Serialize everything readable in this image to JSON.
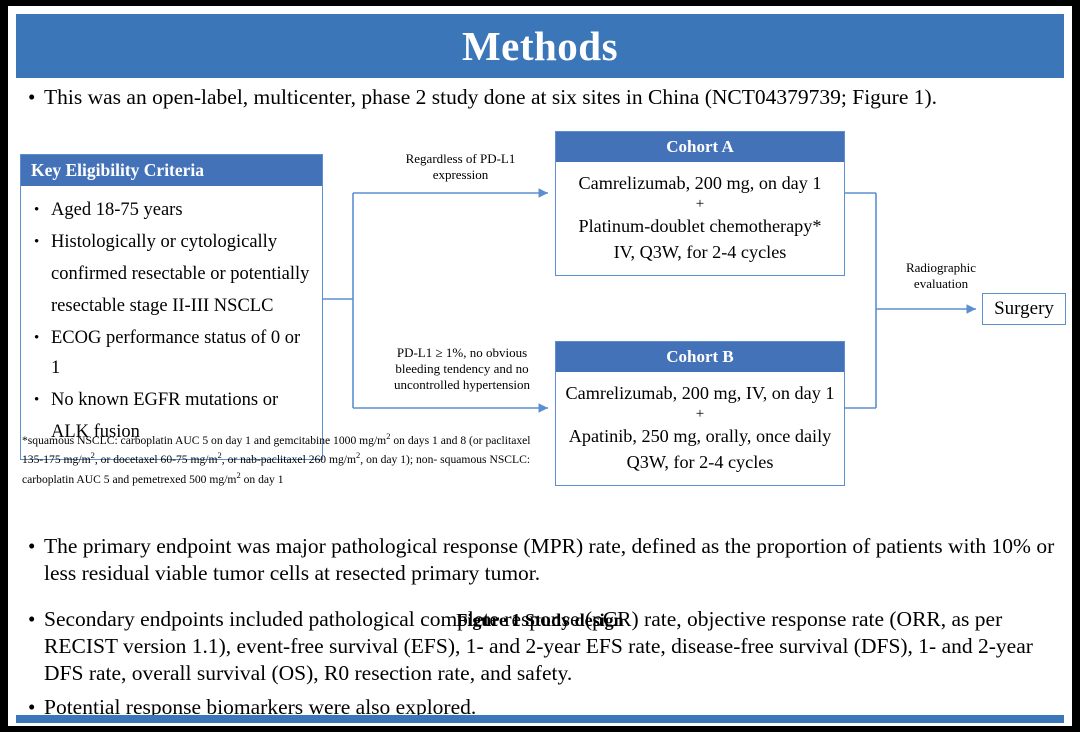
{
  "slide": {
    "title": "Methods",
    "title_bar_color": "#3a76b8",
    "box_header_color": "#4472b8",
    "connector_color": "#5b8fd0"
  },
  "bullets": {
    "intro": "This was an open-label, multicenter, phase 2 study done at six sites in China (NCT04379739; Figure 1).",
    "primary_endpoint": "The primary endpoint was major pathological response (MPR) rate, defined as the proportion of patients with 10% or less residual viable tumor cells at resected primary tumor.",
    "secondary_endpoints": "Secondary endpoints included pathological complete response (pCR) rate, objective response rate (ORR, as per RECIST version 1.1), event-free survival (EFS), 1- and 2-year EFS rate, disease-free survival (DFS), 1- and 2-year DFS rate, overall survival (OS), R0 resection rate, and safety.",
    "biomarkers": "Potential response biomarkers were also explored.",
    "marker": "•"
  },
  "figure": {
    "caption": "Figure 1 Study design",
    "eligibility": {
      "header": "Key  Eligibility Criteria",
      "items": [
        "Aged 18-75 years",
        "Histologically or cytologically",
        "confirmed resectable or potentially",
        "resectable stage II-III  NSCLC",
        "ECOG performance status of 0 or 1",
        "No known EGFR mutations or",
        "ALK fusion"
      ],
      "bulleted_flags": [
        true,
        true,
        false,
        false,
        true,
        true,
        false
      ],
      "marker": "•"
    },
    "footnote": {
      "line1_a": "*squamous NSCLC: carboplatin AUC 5 on day 1 and gemcitabine 1000 mg/m",
      "line1_sup": "2",
      "line1_b": " on days 1 and 8 (or",
      "line2_a": "paclitaxel 135-175  mg/m",
      "line2_sup1": "2",
      "line2_b": ", or docetaxel 60-75 mg/m",
      "line2_sup2": "2",
      "line2_c": ", or nab-paclitaxel 260 mg/m",
      "line2_sup3": "2",
      "line2_d": ", on day 1); non-",
      "line3_a": "squamous NSCLC: carboplatin AUC 5 and pemetrexed 500 mg/m",
      "line3_sup": "2",
      "line3_b": " on day 1"
    },
    "cohort_a": {
      "header": "Cohort A",
      "line1": "Camrelizumab, 200 mg, on day 1",
      "plus": "+",
      "line2": "Platinum-doublet chemotherapy*",
      "line3": "IV, Q3W, for 2-4 cycles"
    },
    "cohort_b": {
      "header": "Cohort B",
      "line1": "Camrelizumab, 200 mg, IV, on day 1",
      "plus": "+",
      "line2": "Apatinib, 250 mg, orally, once daily",
      "line3": "Q3W, for 2-4 cycles"
    },
    "branch_upper": {
      "line1": "Regardless  of PD-L1",
      "line2": "expression"
    },
    "branch_lower": {
      "line1": "PD-L1 ≥ 1%, no obvious",
      "line2": "bleeding tendency  and no",
      "line3": "uncontrolled  hypertension"
    },
    "radiographic": {
      "line1": "Radiographic",
      "line2": "evaluation"
    },
    "surgery": "Surgery"
  }
}
